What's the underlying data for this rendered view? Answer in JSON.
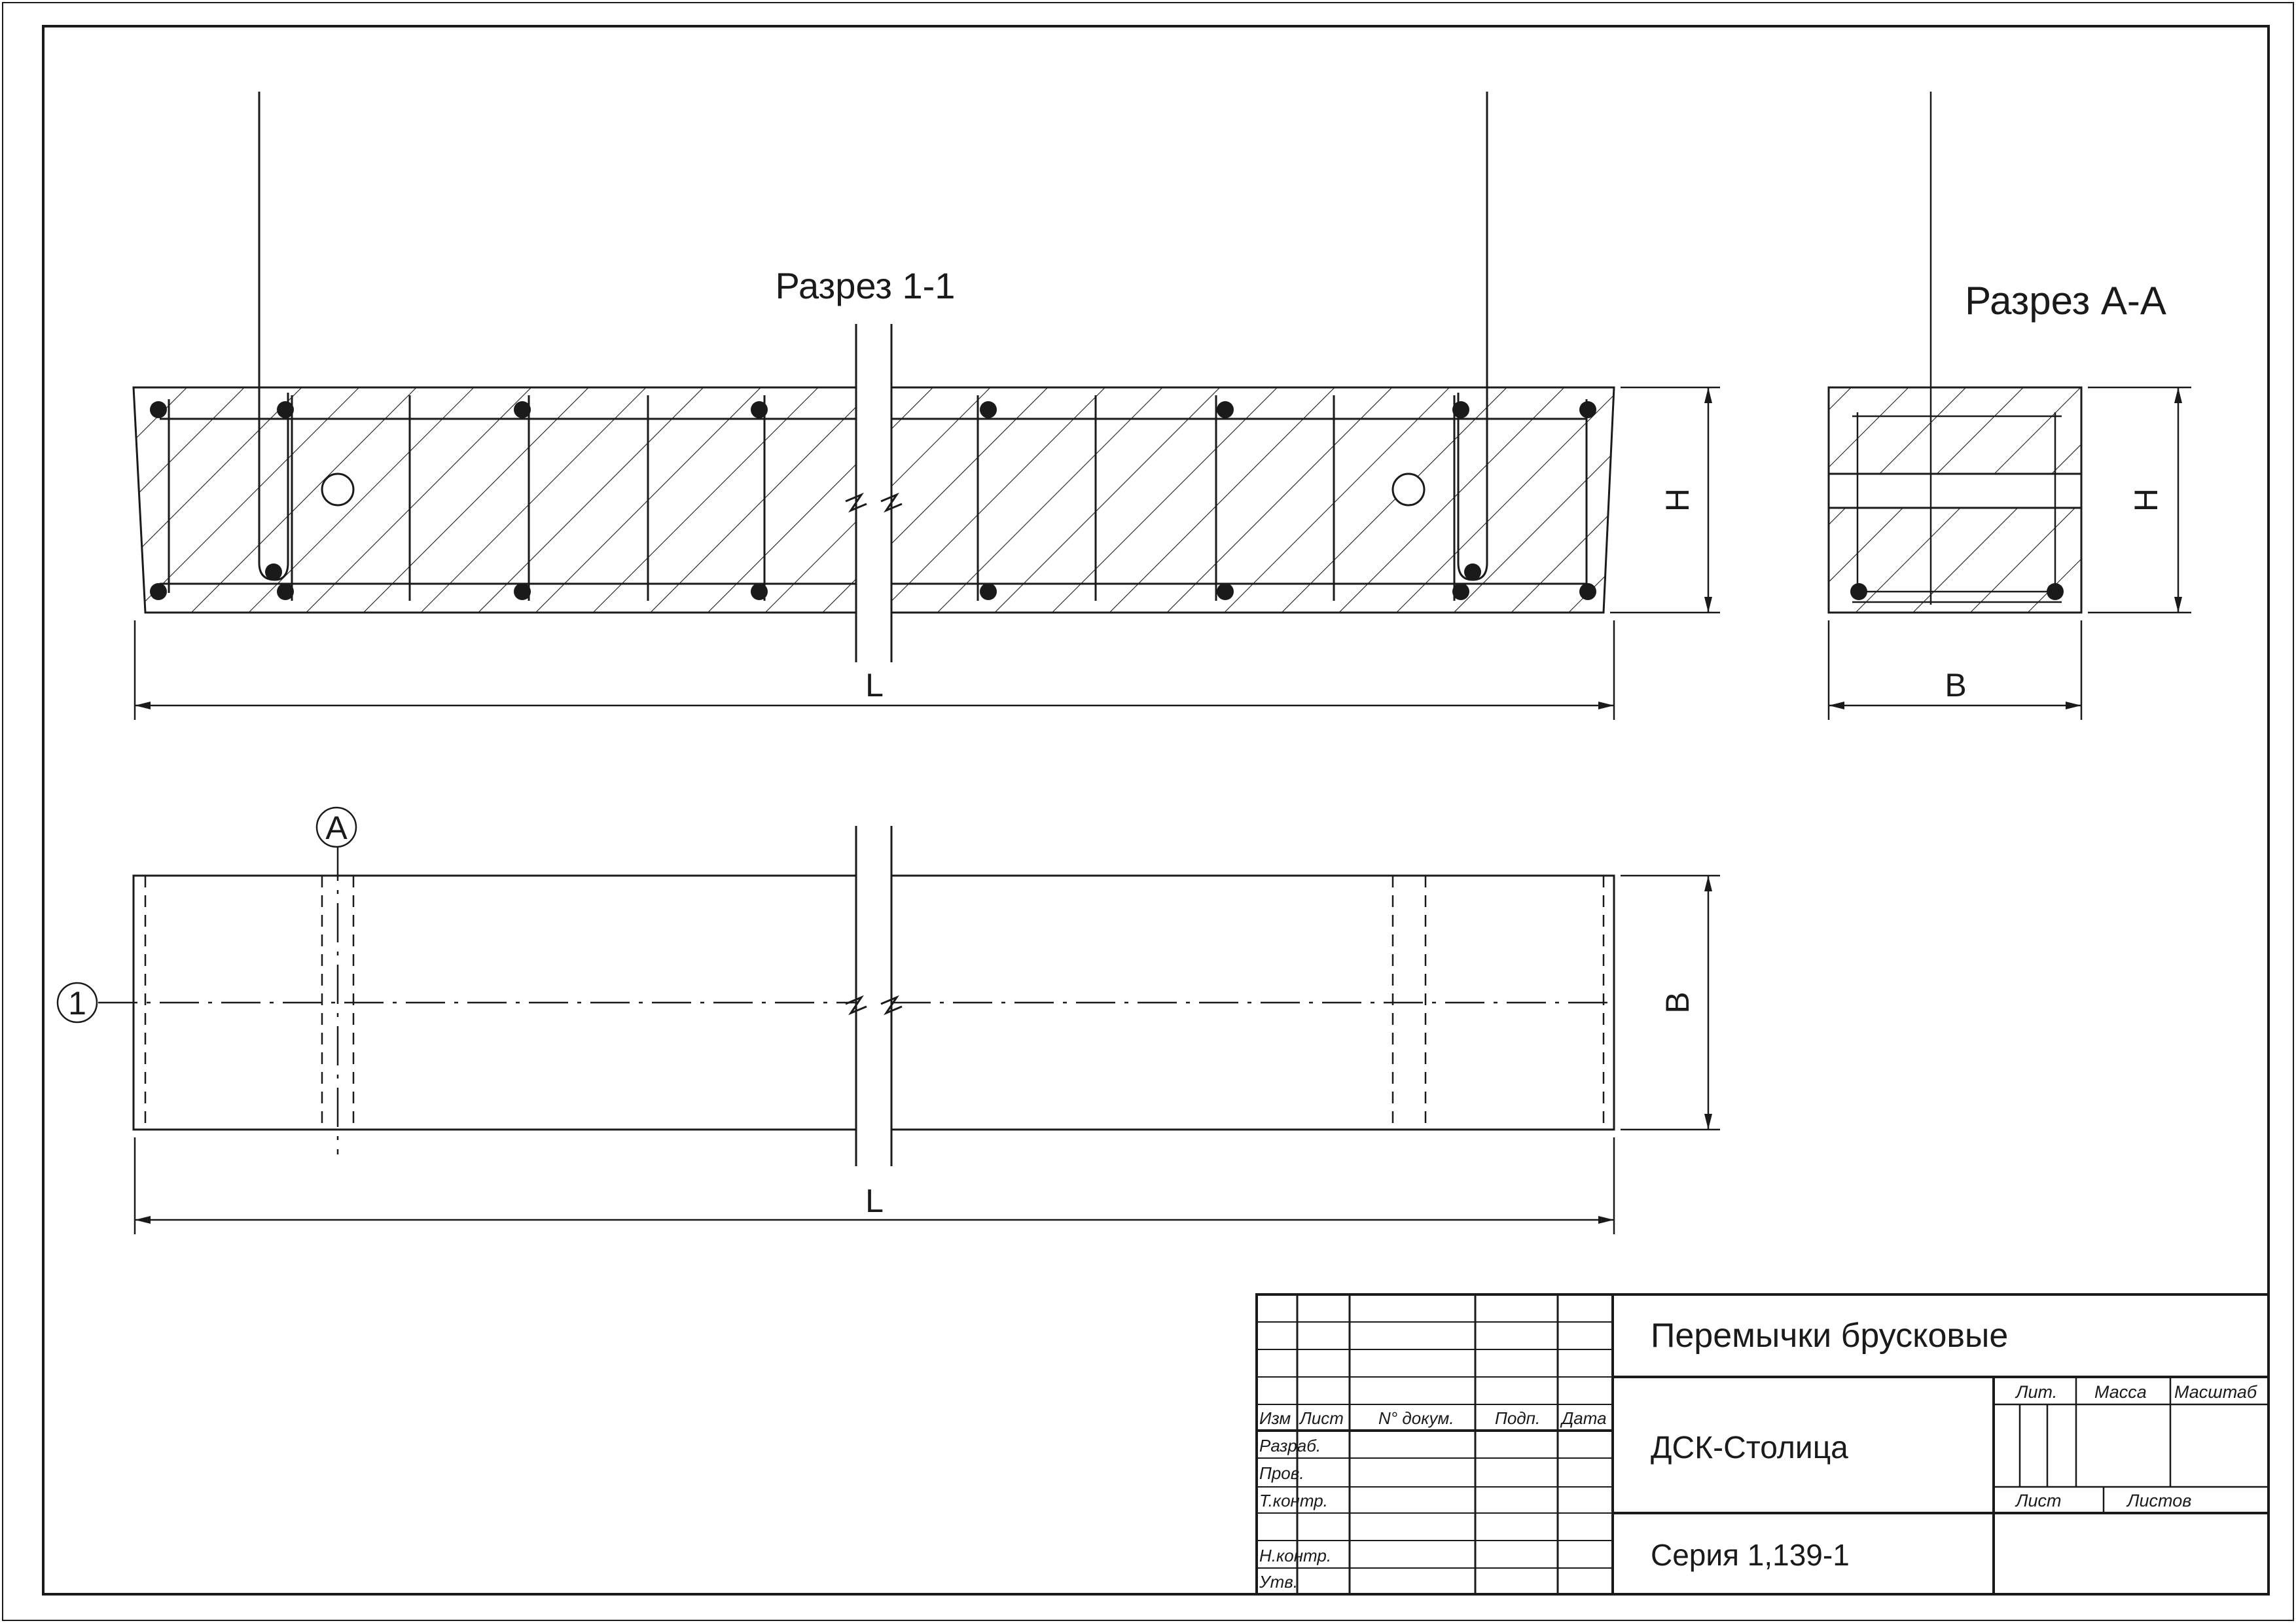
{
  "section_1_1": {
    "title": "Разрез 1-1",
    "dim_length": "L",
    "dim_height": "H"
  },
  "section_a_a": {
    "title": "Разрез А-А",
    "dim_width": "B",
    "dim_height": "H"
  },
  "plan_view": {
    "axis_marker": "A",
    "position_marker": "1",
    "dim_length": "L",
    "dim_width": "B"
  },
  "title_block": {
    "name": "Перемычки брусковые",
    "organization": "ДСК-Столица",
    "series": "Серия 1,139-1",
    "header": {
      "izm": "Изм",
      "list": "Лист",
      "doc_no": "N° докум.",
      "sign": "Подп.",
      "date": "Дата"
    },
    "roles": {
      "developer": "Разраб.",
      "checker": "Пров.",
      "tech_control": "Т.контр.",
      "norm_control": "Н.контр.",
      "approved": "Утв."
    },
    "lit": "Лит.",
    "mass": "Масса",
    "scale": "Масштаб",
    "sheet": "Лист",
    "sheets": "Листов"
  },
  "colors": {
    "line": "#1a1a1a",
    "background": "#ffffff"
  }
}
